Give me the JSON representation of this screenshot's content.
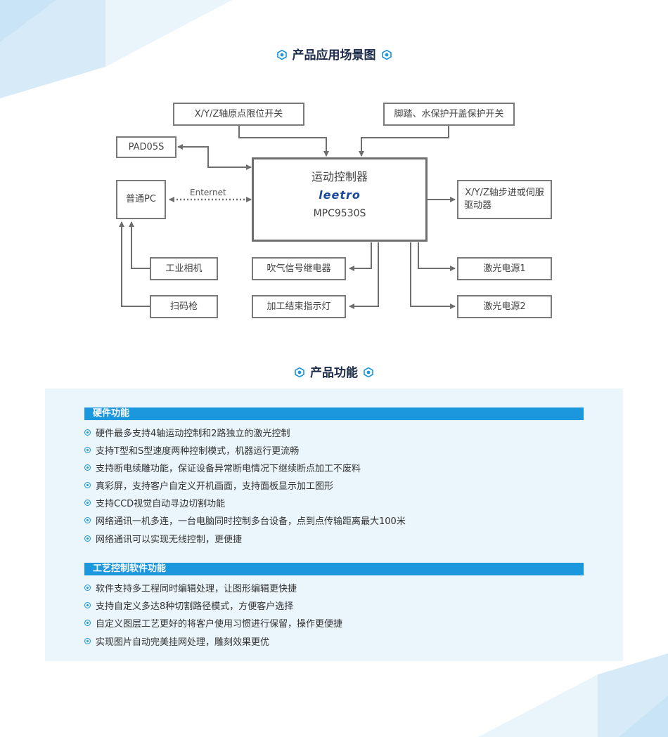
{
  "scene": {
    "title": "产品应用场景图",
    "diagram": {
      "limit_switch": "X/Y/Z轴原点限位开关",
      "foot_switch": "脚踏、水保护开盖保护开关",
      "pad": "PAD05S",
      "pc": "普通PC",
      "entrnet": "Enternet",
      "controller_title": "运动控制器",
      "controller_logo": "leetro",
      "controller_model": "MPC9530S",
      "driver_line1": "X/Y/Z轴步进或伺服",
      "driver_line2": "驱动器",
      "camera": "工业相机",
      "scanner": "扫码枪",
      "blow_relay": "吹气信号继电器",
      "finish_light": "加工结束指示灯",
      "laser1": "激光电源1",
      "laser2": "激光电源2"
    }
  },
  "features": {
    "title": "产品功能",
    "hardware": {
      "heading": "硬件功能",
      "items": [
        "硬件最多支持4轴运动控制和2路独立的激光控制",
        "支持T型和S型速度两种控制模式，机器运行更流畅",
        "支持断电续雕功能，保证设备异常断电情况下继续断点加工不废料",
        "真彩屏，支持客户自定义开机画面，支持面板显示加工图形",
        "支持CCD视觉自动寻边切割功能",
        "网络通讯一机多连，一台电脑同时控制多台设备，点到点传输距离最大100米",
        "网络通讯可以实现无线控制，更便捷"
      ]
    },
    "software": {
      "heading": "工艺控制软件功能",
      "items": [
        "软件支持多工程同时编辑处理，让图形编辑更快捷",
        "支持自定义多达8种切割路径模式，方便客户选择",
        "自定义图层工艺更好的将客户使用习惯进行保留，操作更便捷",
        "实现图片自动完美挂网处理，雕刻效果更优"
      ]
    }
  },
  "colors": {
    "accent": "#1a97dd",
    "panel": "#eaf5fc",
    "line": "#6e6e6e"
  }
}
